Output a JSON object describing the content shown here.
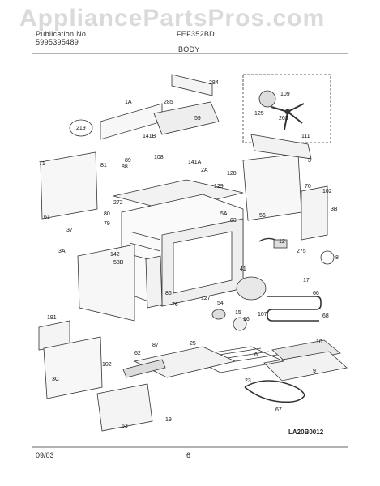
{
  "watermark": "AppliancePartsPros.com",
  "header": {
    "left_line1": "Publication No.",
    "left_line2": "5995395489",
    "model": "FEF352BD",
    "section": "BODY"
  },
  "footer": {
    "date": "09/03",
    "page": "6",
    "diagram_code": "LA20B0012"
  },
  "callouts": [
    "284",
    "1A",
    "285",
    "59",
    "219",
    "109",
    "125",
    "263",
    "111",
    "71",
    "141B",
    "89",
    "88",
    "108",
    "141A",
    "128",
    "129",
    "2A",
    "3",
    "70",
    "102",
    "81",
    "272",
    "80",
    "79",
    "3B",
    "61",
    "37",
    "83",
    "56",
    "5A",
    "3A",
    "142",
    "58B",
    "12",
    "275",
    "8",
    "41",
    "86",
    "76",
    "127",
    "54",
    "15",
    "16",
    "17",
    "107",
    "66",
    "68",
    "191",
    "87",
    "62",
    "25",
    "6",
    "10",
    "9",
    "102",
    "3C",
    "63",
    "67",
    "19",
    "23"
  ]
}
